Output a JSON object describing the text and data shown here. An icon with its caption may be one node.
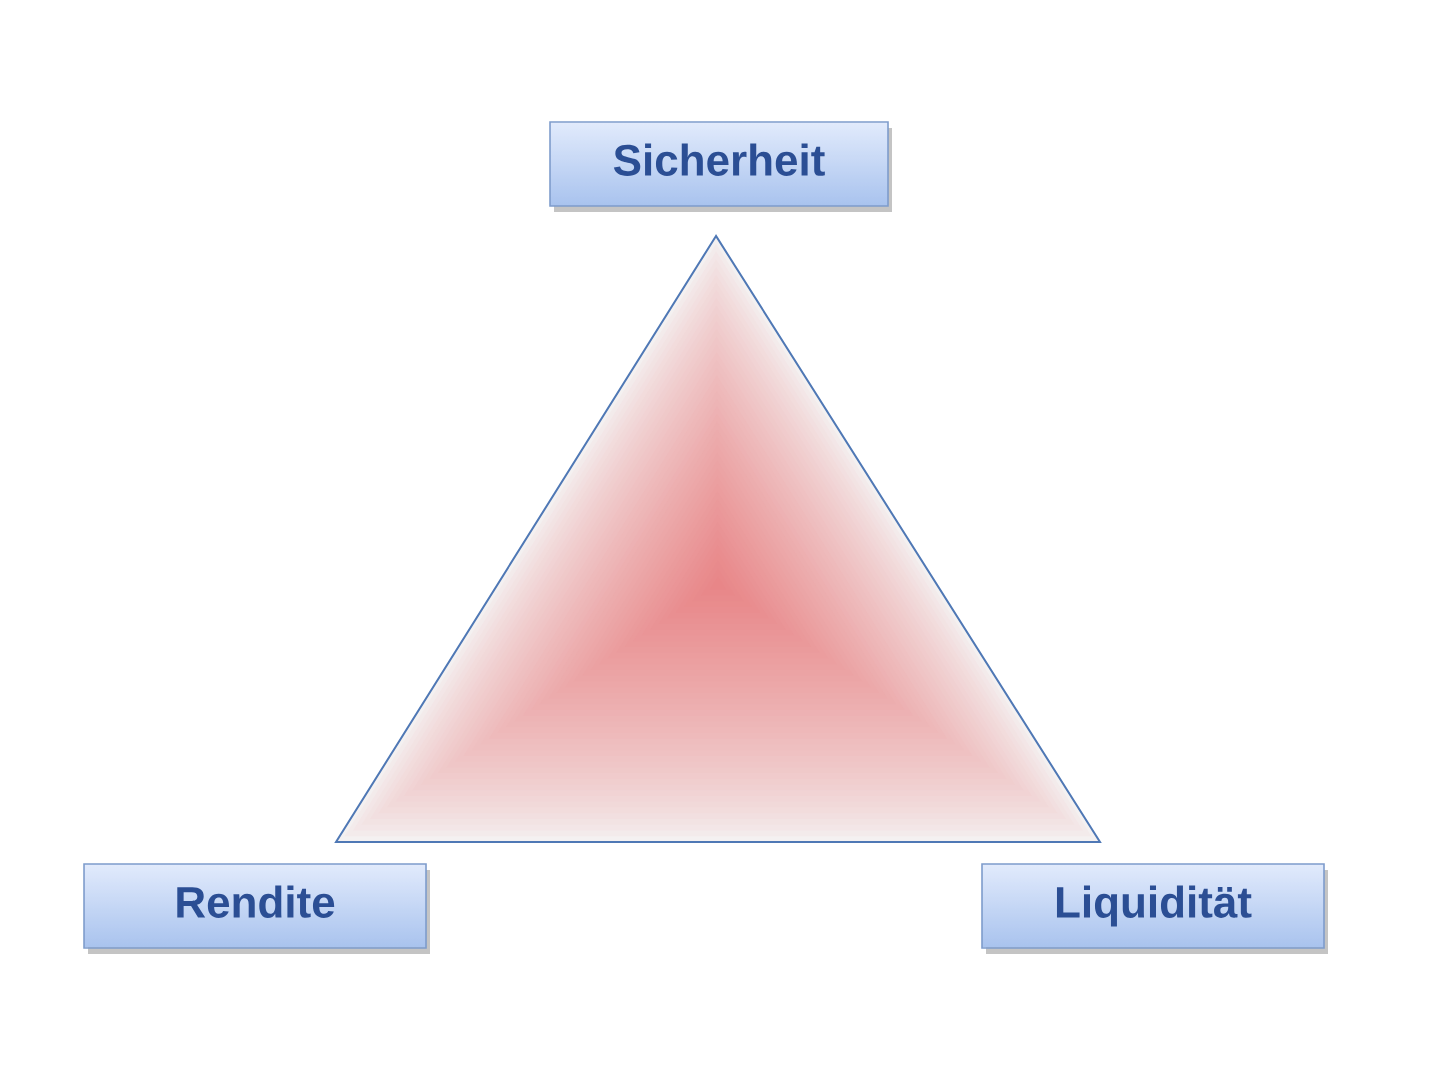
{
  "diagram": {
    "nodes": [
      {
        "text": [
          "Sicherheit"
        ]
      },
      {
        "text": [
          "Rendite"
        ]
      },
      {
        "text": [
          "Liquidität"
        ]
      }
    ]
  }
}
